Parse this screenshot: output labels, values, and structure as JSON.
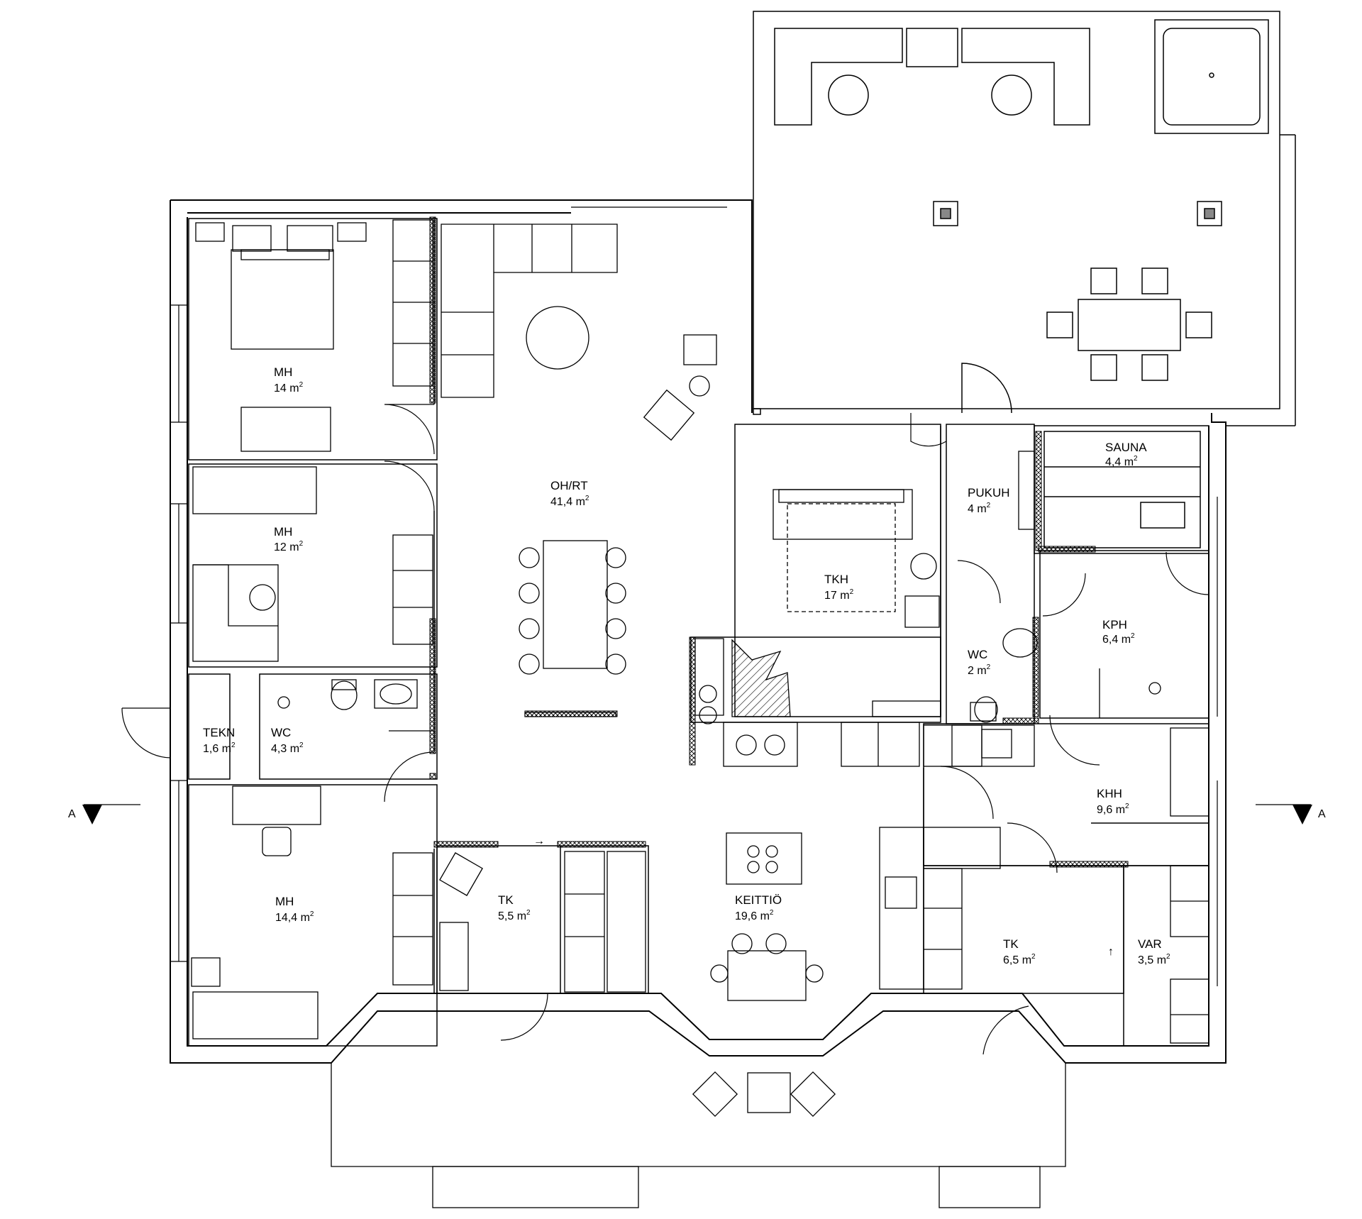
{
  "plan": {
    "rooms": [
      {
        "id": "mh1",
        "name": "MH",
        "area": "14 m",
        "sup": "2"
      },
      {
        "id": "mh2",
        "name": "MH",
        "area": "12 m",
        "sup": "2"
      },
      {
        "id": "mh3",
        "name": "MH",
        "area": "14,4 m",
        "sup": "2"
      },
      {
        "id": "ohrt",
        "name": "OH/RT",
        "area": "41,4 m",
        "sup": "2"
      },
      {
        "id": "tekn",
        "name": "TEKN",
        "area": "1,6 m",
        "sup": "2"
      },
      {
        "id": "wc1",
        "name": "WC",
        "area": "4,3 m",
        "sup": "2"
      },
      {
        "id": "tk1",
        "name": "TK",
        "area": "5,5 m",
        "sup": "2"
      },
      {
        "id": "keittio",
        "name": "KEITTIÖ",
        "area": "19,6 m",
        "sup": "2"
      },
      {
        "id": "tkh",
        "name": "TKH",
        "area": "17 m",
        "sup": "2"
      },
      {
        "id": "pukuh",
        "name": "PUKUH",
        "area": "4 m",
        "sup": "2"
      },
      {
        "id": "sauna",
        "name": "SAUNA",
        "area": "4,4 m",
        "sup": "2"
      },
      {
        "id": "wc2",
        "name": "WC",
        "area": "2 m",
        "sup": "2"
      },
      {
        "id": "kph",
        "name": "KPH",
        "area": "6,4 m",
        "sup": "2"
      },
      {
        "id": "khh",
        "name": "KHH",
        "area": "9,6 m",
        "sup": "2"
      },
      {
        "id": "tk2",
        "name": "TK",
        "area": "6,5 m",
        "sup": "2"
      },
      {
        "id": "var",
        "name": "VAR",
        "area": "3,5 m",
        "sup": "2"
      }
    ],
    "section_marker": "A",
    "arrow_right": "→",
    "arrow_up": "↑"
  }
}
